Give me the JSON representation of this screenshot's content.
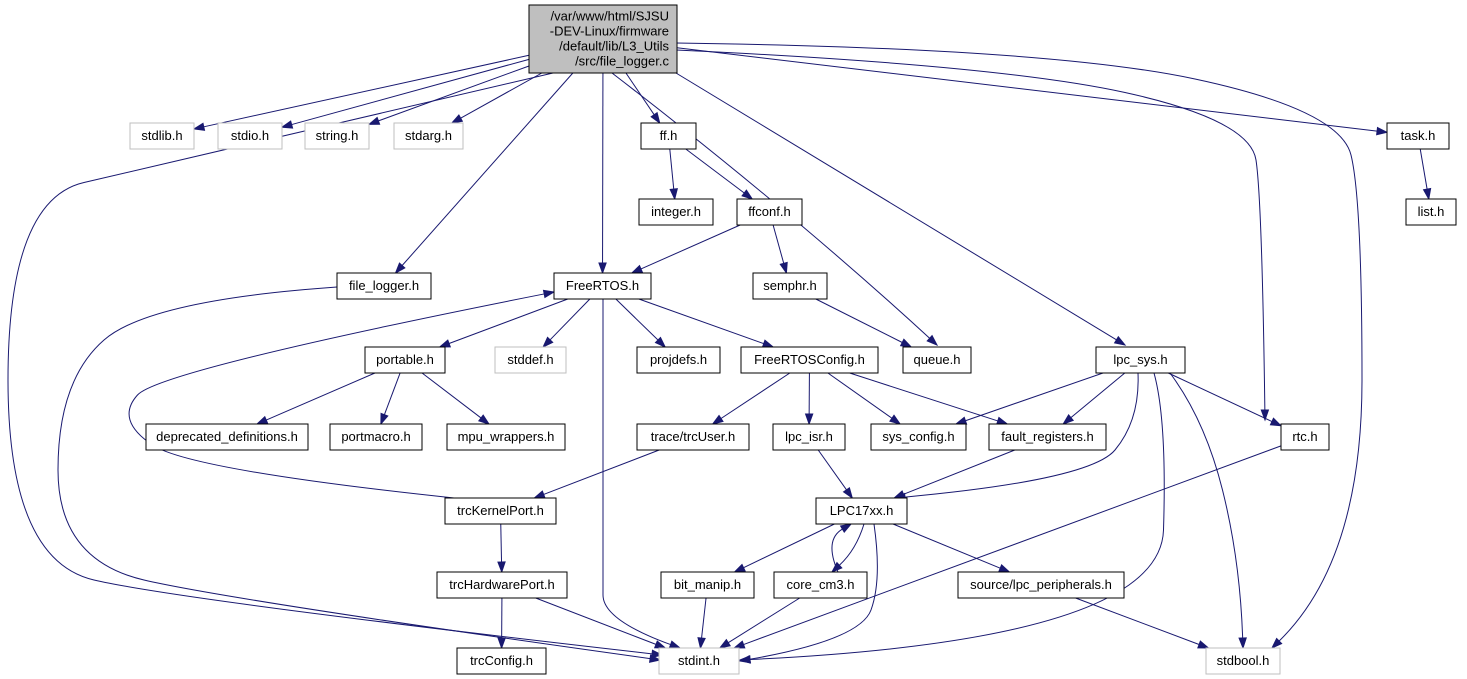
{
  "colors": {
    "edge": "#191970",
    "node_border": "#000000",
    "node_border_missing": "#bfbfbf",
    "root_fill": "#bfbfbf",
    "node_fill": "#ffffff",
    "label": "#000000"
  },
  "nodes": [
    {
      "id": "root",
      "lines": [
        "/var/www/html/SJSU",
        "-DEV-Linux/firmware",
        "/default/lib/L3_Utils",
        "/src/file_logger.c"
      ],
      "style": "root"
    },
    {
      "id": "stdlib",
      "lines": [
        "stdlib.h"
      ],
      "style": "missing"
    },
    {
      "id": "stdio",
      "lines": [
        "stdio.h"
      ],
      "style": "missing"
    },
    {
      "id": "string",
      "lines": [
        "string.h"
      ],
      "style": "missing"
    },
    {
      "id": "stdarg",
      "lines": [
        "stdarg.h"
      ],
      "style": "missing"
    },
    {
      "id": "ff",
      "lines": [
        "ff.h"
      ],
      "style": "normal"
    },
    {
      "id": "task",
      "lines": [
        "task.h"
      ],
      "style": "normal"
    },
    {
      "id": "integer",
      "lines": [
        "integer.h"
      ],
      "style": "normal"
    },
    {
      "id": "ffconf",
      "lines": [
        "ffconf.h"
      ],
      "style": "normal"
    },
    {
      "id": "list",
      "lines": [
        "list.h"
      ],
      "style": "normal"
    },
    {
      "id": "file_logger",
      "lines": [
        "file_logger.h"
      ],
      "style": "normal"
    },
    {
      "id": "freertos",
      "lines": [
        "FreeRTOS.h"
      ],
      "style": "normal"
    },
    {
      "id": "semphr",
      "lines": [
        "semphr.h"
      ],
      "style": "normal"
    },
    {
      "id": "portable",
      "lines": [
        "portable.h"
      ],
      "style": "normal"
    },
    {
      "id": "stddef",
      "lines": [
        "stddef.h"
      ],
      "style": "missing"
    },
    {
      "id": "projdefs",
      "lines": [
        "projdefs.h"
      ],
      "style": "normal"
    },
    {
      "id": "freertosconfig",
      "lines": [
        "FreeRTOSConfig.h"
      ],
      "style": "normal"
    },
    {
      "id": "queue",
      "lines": [
        "queue.h"
      ],
      "style": "normal"
    },
    {
      "id": "lpc_sys",
      "lines": [
        "lpc_sys.h"
      ],
      "style": "normal"
    },
    {
      "id": "deprecated",
      "lines": [
        "deprecated_definitions.h"
      ],
      "style": "normal"
    },
    {
      "id": "portmacro",
      "lines": [
        "portmacro.h"
      ],
      "style": "normal"
    },
    {
      "id": "mpu_wrappers",
      "lines": [
        "mpu_wrappers.h"
      ],
      "style": "normal"
    },
    {
      "id": "trcuser",
      "lines": [
        "trace/trcUser.h"
      ],
      "style": "normal"
    },
    {
      "id": "lpc_isr",
      "lines": [
        "lpc_isr.h"
      ],
      "style": "normal"
    },
    {
      "id": "sys_config",
      "lines": [
        "sys_config.h"
      ],
      "style": "normal"
    },
    {
      "id": "fault_registers",
      "lines": [
        "fault_registers.h"
      ],
      "style": "normal"
    },
    {
      "id": "rtc",
      "lines": [
        "rtc.h"
      ],
      "style": "normal"
    },
    {
      "id": "trckernelport",
      "lines": [
        "trcKernelPort.h"
      ],
      "style": "normal"
    },
    {
      "id": "lpc17xx",
      "lines": [
        "LPC17xx.h"
      ],
      "style": "normal"
    },
    {
      "id": "trchardwareport",
      "lines": [
        "trcHardwarePort.h"
      ],
      "style": "normal"
    },
    {
      "id": "bit_manip",
      "lines": [
        "bit_manip.h"
      ],
      "style": "normal"
    },
    {
      "id": "core_cm3",
      "lines": [
        "core_cm3.h"
      ],
      "style": "normal"
    },
    {
      "id": "lpc_peripherals",
      "lines": [
        "source/lpc_peripherals.h"
      ],
      "style": "normal"
    },
    {
      "id": "trcconfig",
      "lines": [
        "trcConfig.h"
      ],
      "style": "normal"
    },
    {
      "id": "stdint",
      "lines": [
        "stdint.h"
      ],
      "style": "missing"
    },
    {
      "id": "stdbool",
      "lines": [
        "stdbool.h"
      ],
      "style": "missing"
    }
  ],
  "edges": [
    {
      "from": "root",
      "to": "stdlib"
    },
    {
      "from": "root",
      "to": "stdio"
    },
    {
      "from": "root",
      "to": "string"
    },
    {
      "from": "root",
      "to": "stdarg"
    },
    {
      "from": "root",
      "to": "ff"
    },
    {
      "from": "root",
      "to": "task"
    },
    {
      "from": "root",
      "to": "file_logger"
    },
    {
      "from": "root",
      "to": "freertos"
    },
    {
      "from": "root",
      "to": "queue"
    },
    {
      "from": "root",
      "to": "lpc_sys"
    },
    {
      "from": "root",
      "to": "rtc"
    },
    {
      "from": "root",
      "to": "stdbool"
    },
    {
      "from": "root",
      "to": "stdint"
    },
    {
      "from": "ff",
      "to": "integer"
    },
    {
      "from": "ff",
      "to": "ffconf"
    },
    {
      "from": "task",
      "to": "list"
    },
    {
      "from": "ffconf",
      "to": "freertos"
    },
    {
      "from": "ffconf",
      "to": "semphr"
    },
    {
      "from": "semphr",
      "to": "queue"
    },
    {
      "from": "file_logger",
      "to": "stdint"
    },
    {
      "from": "freertos",
      "to": "portable"
    },
    {
      "from": "freertos",
      "to": "stddef"
    },
    {
      "from": "freertos",
      "to": "projdefs"
    },
    {
      "from": "freertos",
      "to": "freertosconfig"
    },
    {
      "from": "freertos",
      "to": "stdint"
    },
    {
      "from": "portable",
      "to": "deprecated"
    },
    {
      "from": "portable",
      "to": "portmacro"
    },
    {
      "from": "portable",
      "to": "mpu_wrappers"
    },
    {
      "from": "freertosconfig",
      "to": "trcuser"
    },
    {
      "from": "freertosconfig",
      "to": "lpc_isr"
    },
    {
      "from": "freertosconfig",
      "to": "sys_config"
    },
    {
      "from": "freertosconfig",
      "to": "fault_registers"
    },
    {
      "from": "lpc_sys",
      "to": "sys_config"
    },
    {
      "from": "lpc_sys",
      "to": "fault_registers"
    },
    {
      "from": "lpc_sys",
      "to": "rtc"
    },
    {
      "from": "lpc_sys",
      "to": "lpc17xx"
    },
    {
      "from": "lpc_sys",
      "to": "stdint"
    },
    {
      "from": "lpc_sys",
      "to": "stdbool"
    },
    {
      "from": "trcuser",
      "to": "trckernelport"
    },
    {
      "from": "trckernelport",
      "to": "freertos"
    },
    {
      "from": "trckernelport",
      "to": "trchardwareport"
    },
    {
      "from": "lpc_isr",
      "to": "lpc17xx"
    },
    {
      "from": "fault_registers",
      "to": "lpc17xx"
    },
    {
      "from": "rtc",
      "to": "stdint"
    },
    {
      "from": "lpc17xx",
      "to": "bit_manip"
    },
    {
      "from": "lpc17xx",
      "to": "core_cm3"
    },
    {
      "from": "lpc17xx",
      "to": "lpc_peripherals"
    },
    {
      "from": "lpc17xx",
      "to": "stdint"
    },
    {
      "from": "core_cm3",
      "to": "lpc17xx"
    },
    {
      "from": "core_cm3",
      "to": "stdint"
    },
    {
      "from": "trchardwareport",
      "to": "trcconfig"
    },
    {
      "from": "trchardwareport",
      "to": "stdint"
    },
    {
      "from": "bit_manip",
      "to": "stdint"
    },
    {
      "from": "lpc_peripherals",
      "to": "stdbool"
    }
  ]
}
